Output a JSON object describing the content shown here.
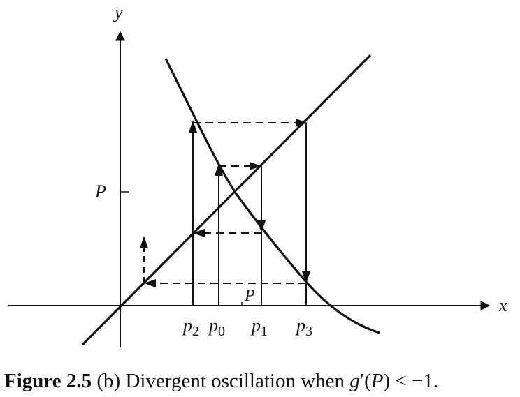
{
  "labels": {
    "y_axis": "y",
    "x_axis": "x",
    "fixed_point_y": "P",
    "fixed_point_x": "P",
    "p2": {
      "base": "p",
      "sub": "2"
    },
    "p0": {
      "base": "p",
      "sub": "0"
    },
    "p1": {
      "base": "p",
      "sub": "1"
    },
    "p3": {
      "base": "p",
      "sub": "3"
    }
  },
  "caption": {
    "lead": "Figure 2.5",
    "text": " (b) Divergent oscillation when ",
    "math_g": "g",
    "math_prime": "′",
    "math_open": "(",
    "math_P": "P",
    "math_close": ")",
    "math_tail": " < −1."
  },
  "colors": {
    "ink": "#111111",
    "background": "#ffffff"
  }
}
